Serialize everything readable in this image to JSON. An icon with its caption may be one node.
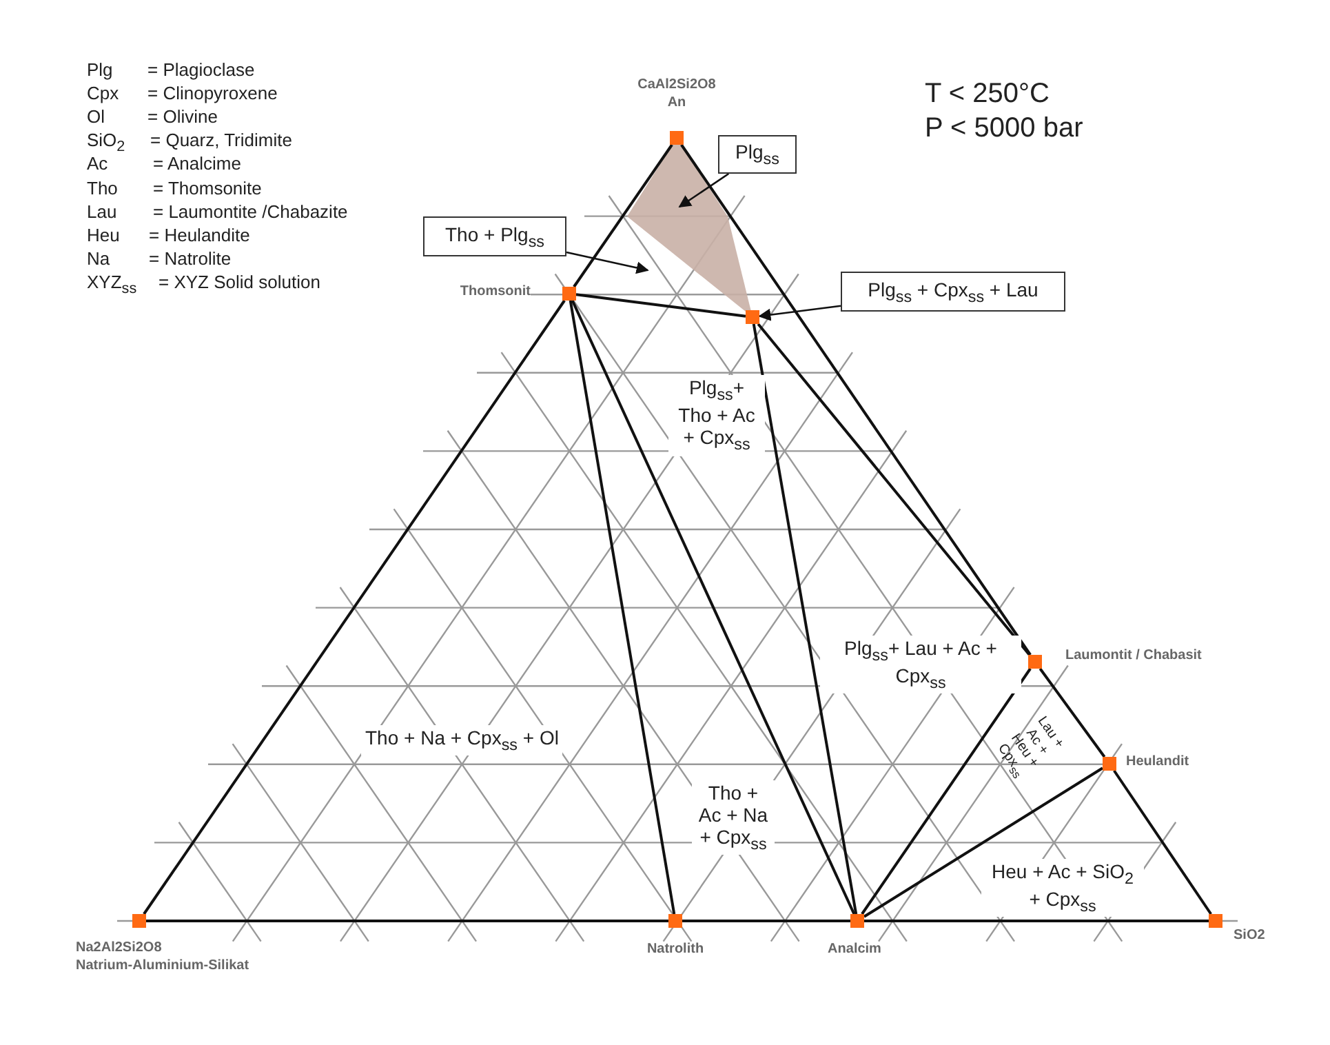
{
  "diagram": {
    "nodes": [
      {
        "text": [],
        "shape": "box",
        "beside": [
          "CaAl2Si2O8",
          "An"
        ]
      },
      {
        "text": [],
        "shape": "box",
        "beside": [
          "Thomsonit"
        ]
      },
      {
        "text": [],
        "shape": "box"
      },
      {
        "text": [],
        "shape": "box",
        "beside": [
          "Laumontit / Chabasit"
        ]
      },
      {
        "text": [],
        "shape": "box",
        "beside": [
          "Heulandit"
        ]
      },
      {
        "text": [],
        "shape": "box",
        "beside": [
          "Na2Al2Si2O8",
          "Natrium-Aluminium-Silikat"
        ]
      },
      {
        "text": [],
        "shape": "box",
        "beside": [
          "Natrolith"
        ]
      },
      {
        "text": [],
        "shape": "box",
        "beside": [
          "Analcim"
        ]
      },
      {
        "text": [],
        "shape": "box",
        "beside": [
          "SiO2"
        ]
      },
      {
        "text": [
          "Plg$_{ss}$"
        ]
      },
      {
        "text": [
          "Tho + Plg$_{ss}$"
        ]
      },
      {
        "text": [
          "Plg$_{ss}$ + Cpx$_{ss}$ + Lau"
        ]
      }
    ],
    "edges": [
      {
        "from": 0,
        "to": 1,
        "arrow": "none"
      },
      {
        "from": 1,
        "to": 5,
        "arrow": "none"
      },
      {
        "from": 5,
        "to": 6,
        "arrow": "none"
      },
      {
        "from": 6,
        "to": 7,
        "arrow": "none"
      },
      {
        "from": 7,
        "to": 8,
        "arrow": "none"
      },
      {
        "from": 8,
        "to": 4,
        "arrow": "none"
      },
      {
        "from": 4,
        "to": 3,
        "arrow": "none"
      },
      {
        "from": 3,
        "to": 0,
        "arrow": "none"
      },
      {
        "from": 1,
        "to": 2,
        "arrow": "none"
      },
      {
        "from": 1,
        "to": 6,
        "arrow": "none"
      },
      {
        "from": 1,
        "to": 7,
        "arrow": "none"
      },
      {
        "from": 2,
        "to": 7,
        "arrow": "none"
      },
      {
        "from": 2,
        "to": 3,
        "arrow": "none"
      },
      {
        "from": 3,
        "to": 7,
        "arrow": "none"
      },
      {
        "from": 4,
        "to": 7,
        "arrow": "none"
      },
      {
        "from": 9,
        "to": null,
        "arrow": "to"
      },
      {
        "from": 10,
        "to": null,
        "arrow": "to"
      },
      {
        "from": 11,
        "to": 2,
        "arrow": "to"
      }
    ],
    "labels": [
      "Plg",
      "= Plagioclase",
      "Cpx",
      "= Clinopyroxene",
      "Ol",
      "= Olivine",
      "SiO$_{2}$",
      "= Quarz, Tridimite",
      "Ac",
      "= Analcime",
      "Tho",
      "= Thomsonite",
      "Lau",
      "= Laumontite /Chabazite",
      "Heu",
      "= Heulandite",
      "Na",
      "= Natrolite",
      "XYZ$_{ss}$",
      "= XYZ Solid solution",
      "T <  250°C",
      "P < 5000 bar",
      "Plg$_{ss}$+ Tho + Ac + Cpx$_{ss}$",
      "Plg$_{ss}$+ Lau + Ac + Cpx$_{ss}$",
      "Tho + Na + Cpx$_{ss}$ + Ol",
      "Tho + Ac + Na + Cpx$_{ss}$",
      "Lau + Ac + Heu + Cpx$_{ss}$",
      "Heu + Ac + SiO$_{2}$ + Cpx$_{ss}$"
    ]
  }
}
